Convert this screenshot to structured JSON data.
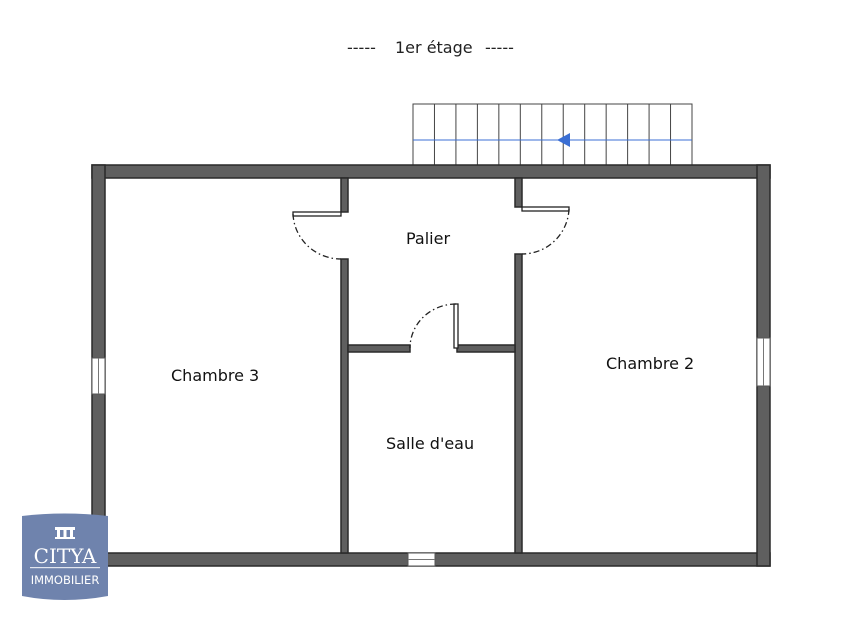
{
  "floor": {
    "title": "1er étage",
    "dash": "-----"
  },
  "rooms": {
    "chambre3": "Chambre 3",
    "chambre2": "Chambre 2",
    "palier": "Palier",
    "salle_eau": "Salle d'eau"
  },
  "logo": {
    "name": "CITYA",
    "subtitle": "IMMOBILIER"
  },
  "colors": {
    "wall": "#5f5f5f",
    "arrow": "#3b6fd4",
    "logo": "#6f83ad"
  }
}
